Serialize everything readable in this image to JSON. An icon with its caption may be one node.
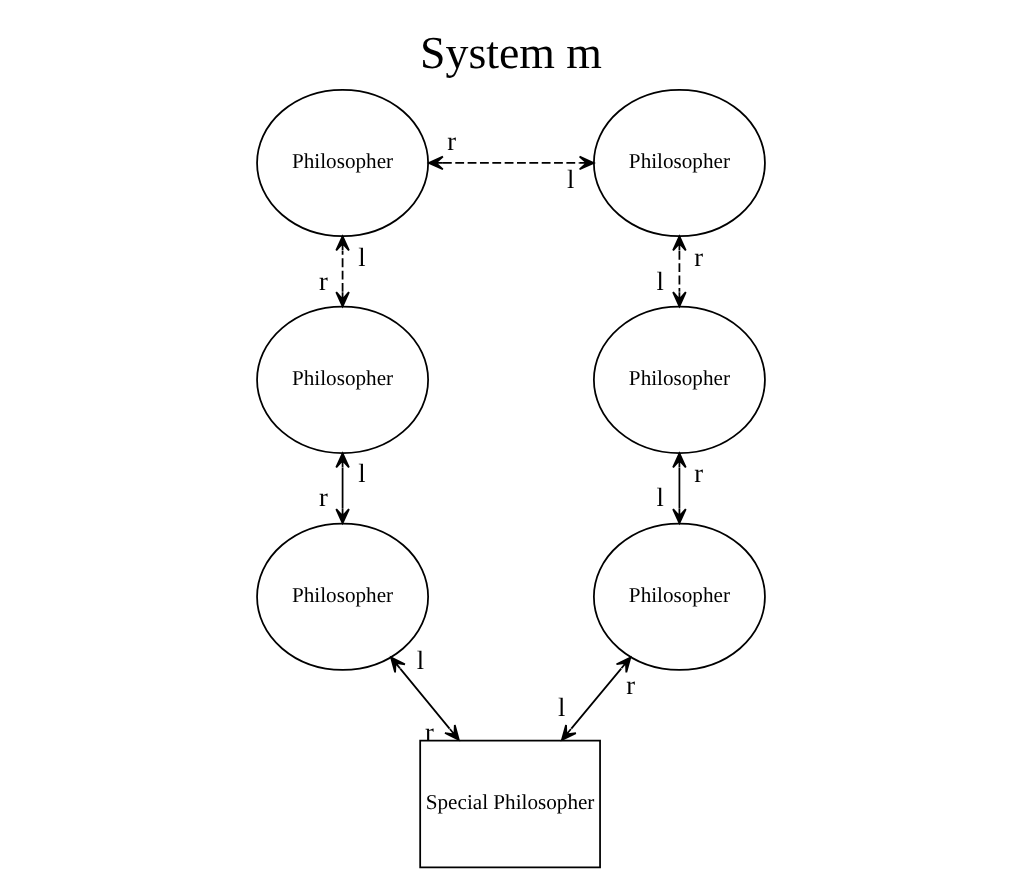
{
  "diagram": {
    "title": "System m",
    "nodes": [
      {
        "text": [
          "Philosopher"
        ],
        "beside": [
          "r",
          "l"
        ]
      },
      {
        "text": [
          "Philosopher"
        ],
        "beside": [
          "l",
          "r"
        ]
      },
      {
        "text": [
          "Philosopher"
        ],
        "beside": [
          "r",
          "l"
        ]
      },
      {
        "text": [
          "Philosopher"
        ],
        "beside": [
          "l",
          "r"
        ]
      },
      {
        "text": [
          "Philosopher"
        ],
        "beside": [
          "r",
          "l"
        ]
      },
      {
        "text": [
          "Philosopher"
        ],
        "beside": [
          "l",
          "r"
        ]
      },
      {
        "text": [
          "Special Philosopher"
        ],
        "beside": [
          "r",
          "l"
        ]
      }
    ],
    "edges": [
      {
        "from": 0,
        "to": 1,
        "arrow": "both",
        "style": "dashed"
      },
      {
        "from": 1,
        "to": 3,
        "arrow": "both",
        "style": "dashed"
      },
      {
        "from": 3,
        "to": 5,
        "arrow": "both"
      },
      {
        "from": 5,
        "to": 6,
        "arrow": "both"
      },
      {
        "from": 6,
        "to": 4,
        "arrow": "both"
      },
      {
        "from": 4,
        "to": 2,
        "arrow": "both"
      },
      {
        "from": 2,
        "to": 0,
        "arrow": "both",
        "style": "dashed"
      }
    ]
  }
}
